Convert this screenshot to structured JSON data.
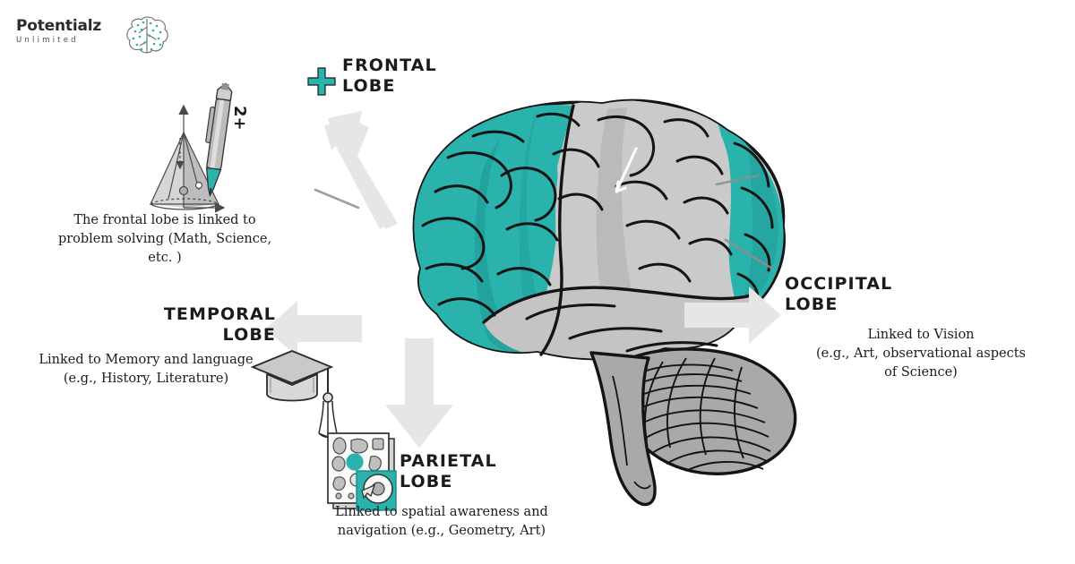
{
  "logo": {
    "name_main": "Potentialz",
    "name_sub": "Unlimited",
    "mark_icon": "brain-outline-icon",
    "accent_color": "#2AB3AD"
  },
  "colors": {
    "teal": "#2AB3AD",
    "teal_dark": "#1E9690",
    "gray_light": "#CFCFCF",
    "gray_mid": "#B4B4B4",
    "gray_dark": "#9A9A9A",
    "outline": "#141414",
    "arrow": "#E6E6E6",
    "text": "#1B1B1B"
  },
  "lobes": [
    {
      "id": "frontal",
      "title": "FRONTAL\nLOBE",
      "description": "The frontal lobe is linked to\nproblem solving (Math, Science,\netc. )",
      "icon": "plus-icon",
      "accent": "#2AB3AD",
      "side_icon": "math-geometry-icon"
    },
    {
      "id": "temporal",
      "title": "TEMPORAL\nLOBE",
      "description": "Linked to Memory and language\n(e.g., History, Literature)",
      "icon": "graduation-cap-icon",
      "accent": "#9A9A9A"
    },
    {
      "id": "occipital",
      "title": "OCCIPITAL\nLOBE",
      "description": "Linked to Vision\n(e.g., Art, observational aspects\nof Science)",
      "icon": "arrow-right-icon",
      "accent": "#9A9A9A"
    },
    {
      "id": "parietal",
      "title": "PARIETAL\nLOBE",
      "description": "Linked to spatial awareness and\nnavigation (e.g., Geometry, Art)",
      "icon": "map-navigation-icon",
      "accent": "#2AB3AD"
    }
  ],
  "decor": {
    "pen_label": "2+",
    "pen_icon": "pen-icon",
    "geometry_icon": "pyramid-geometry-icon",
    "cap_icon": "graduation-cap-icon",
    "map_icon": "map-icon",
    "compass_icon": "compass-disc-icon"
  },
  "illustration": {
    "subject": "human-brain-lateral-view",
    "highlighted_regions": [
      "frontal",
      "occipital"
    ],
    "gray_regions": [
      "parietal",
      "temporal",
      "cerebellum",
      "brainstem"
    ]
  }
}
